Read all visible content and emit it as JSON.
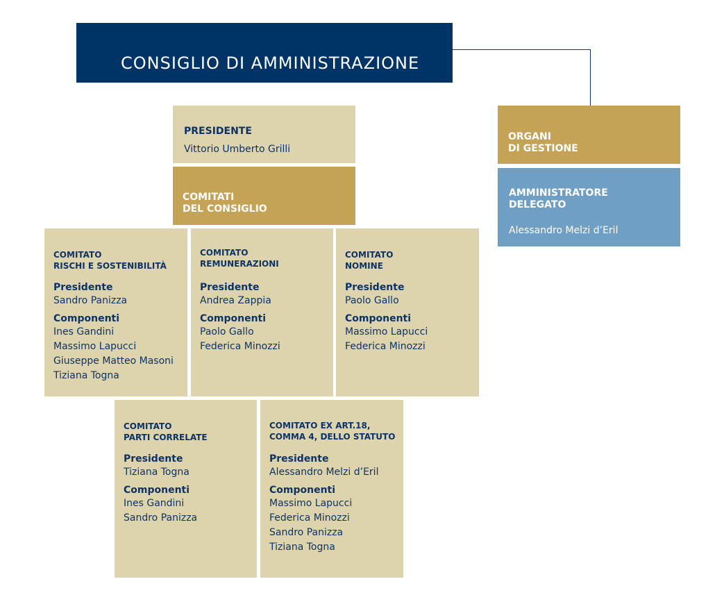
{
  "board": {
    "title": "CONSIGLIO DI AMMINISTRAZIONE"
  },
  "president": {
    "label": "PRESIDENTE",
    "name": "Vittorio Umberto Grilli"
  },
  "committees_header": {
    "label": "COMITATI\nDEL CONSIGLIO"
  },
  "organs": {
    "label": "ORGANI\nDI GESTIONE"
  },
  "ceo": {
    "label": "AMMINISTRATORE\nDELEGATO",
    "name": "Alessandro Melzi d’Eril"
  },
  "committees": [
    {
      "title": "COMITATO\nRISCHI E SOSTENIBILITÀ",
      "president_label": "Presidente",
      "president": "Sandro Panizza",
      "members_label": "Componenti",
      "members": [
        "Ines Gandini",
        "Massimo Lapucci",
        "Giuseppe Matteo Masoni",
        "Tiziana Togna"
      ]
    },
    {
      "title": "COMITATO\nREMUNERAZIONI",
      "president_label": "Presidente",
      "president": "Andrea Zappia",
      "members_label": "Componenti",
      "members": [
        "Paolo Gallo",
        "Federica Minozzi"
      ]
    },
    {
      "title": "COMITATO\nNOMINE",
      "president_label": "Presidente",
      "president": "Paolo Gallo",
      "members_label": "Componenti",
      "members": [
        "Massimo Lapucci",
        "Federica Minozzi"
      ]
    },
    {
      "title": "COMITATO\nPARTI CORRELATE",
      "president_label": "Presidente",
      "president": "Tiziana Togna",
      "members_label": "Componenti",
      "members": [
        "Ines Gandini",
        "Sandro Panizza"
      ]
    },
    {
      "title": "COMITATO EX ART.18,\nCOMMA 4, DELLO STATUTO",
      "president_label": "Presidente",
      "president": "Alessandro Melzi d’Eril",
      "members_label": "Componenti",
      "members": [
        "Massimo Lapucci",
        "Federica Minozzi",
        "Sandro Panizza",
        "Tiziana Togna"
      ]
    }
  ],
  "colors": {
    "navy": "#003366",
    "beige": "#ddd4ae",
    "gold": "#c4a256",
    "blue": "#6f9fc5"
  }
}
